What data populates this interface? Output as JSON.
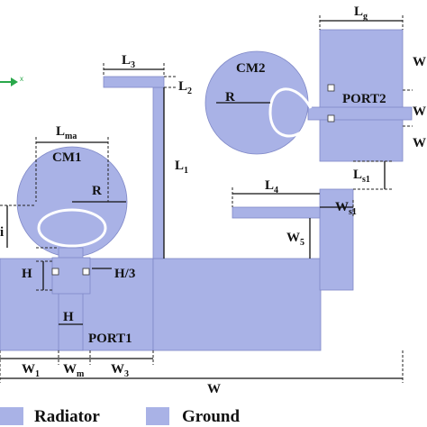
{
  "colors": {
    "metal": "#a9b2e6",
    "metal_stroke": "#7f88c7",
    "line": "#111111",
    "dotted": "#222222",
    "axis_x": "#2aa84a"
  },
  "labels": {
    "L3": "L",
    "L3_sub": "3",
    "L2": "L",
    "L2_sub": "2",
    "L1": "L",
    "L1_sub": "1",
    "Lg": "L",
    "Lg_sub": "g",
    "W_r1": "W",
    "W_r2": "W",
    "W_r3": "W",
    "CM2": "CM2",
    "R2": "R",
    "PORT2": "PORT2",
    "Ls1": "L",
    "Ls1_sub": "s1",
    "L4": "L",
    "L4_sub": "4",
    "Ws1": "W",
    "Ws1_sub": "s1",
    "W5": "W",
    "W5_sub": "5",
    "Lma": "L",
    "Lma_sub": "ma",
    "CM1": "CM1",
    "R1": "R",
    "i_cut": "i",
    "H_left": "H",
    "H_third": "H/3",
    "H_bottom": "H",
    "PORT1": "PORT1",
    "W1": "W",
    "W1_sub": "1",
    "Wm": "W",
    "Wm_sub": "m",
    "W3": "W",
    "W3_sub": "3",
    "W": "W",
    "axis_x": "x"
  },
  "legend": {
    "radiator": "Radiator",
    "ground": "Ground"
  }
}
